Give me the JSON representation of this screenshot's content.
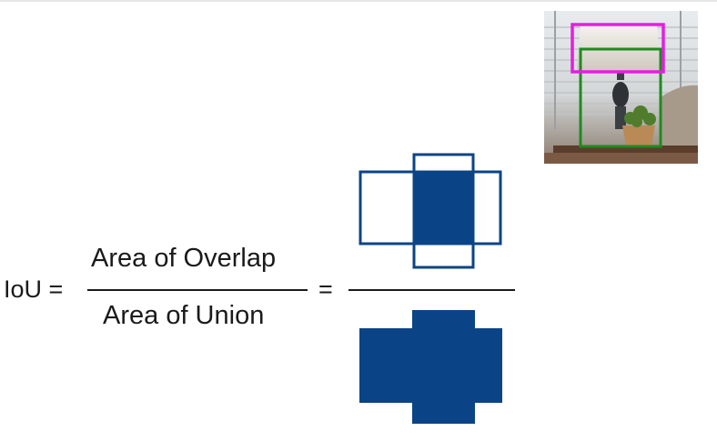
{
  "formula": {
    "lhs": "IoU =",
    "numerator": "Area of Overlap",
    "denominator": "Area of Union",
    "equals": "="
  },
  "colors": {
    "fill": "#0b4486",
    "text": "#1a1a1a",
    "box_a": "#e51ee0",
    "box_b": "#1f8a1f"
  },
  "icons": {
    "overlap": "two-overlapping-rectangles-icon",
    "union": "union-cross-shape-icon",
    "photo": "lamp-with-bounding-boxes-image"
  }
}
